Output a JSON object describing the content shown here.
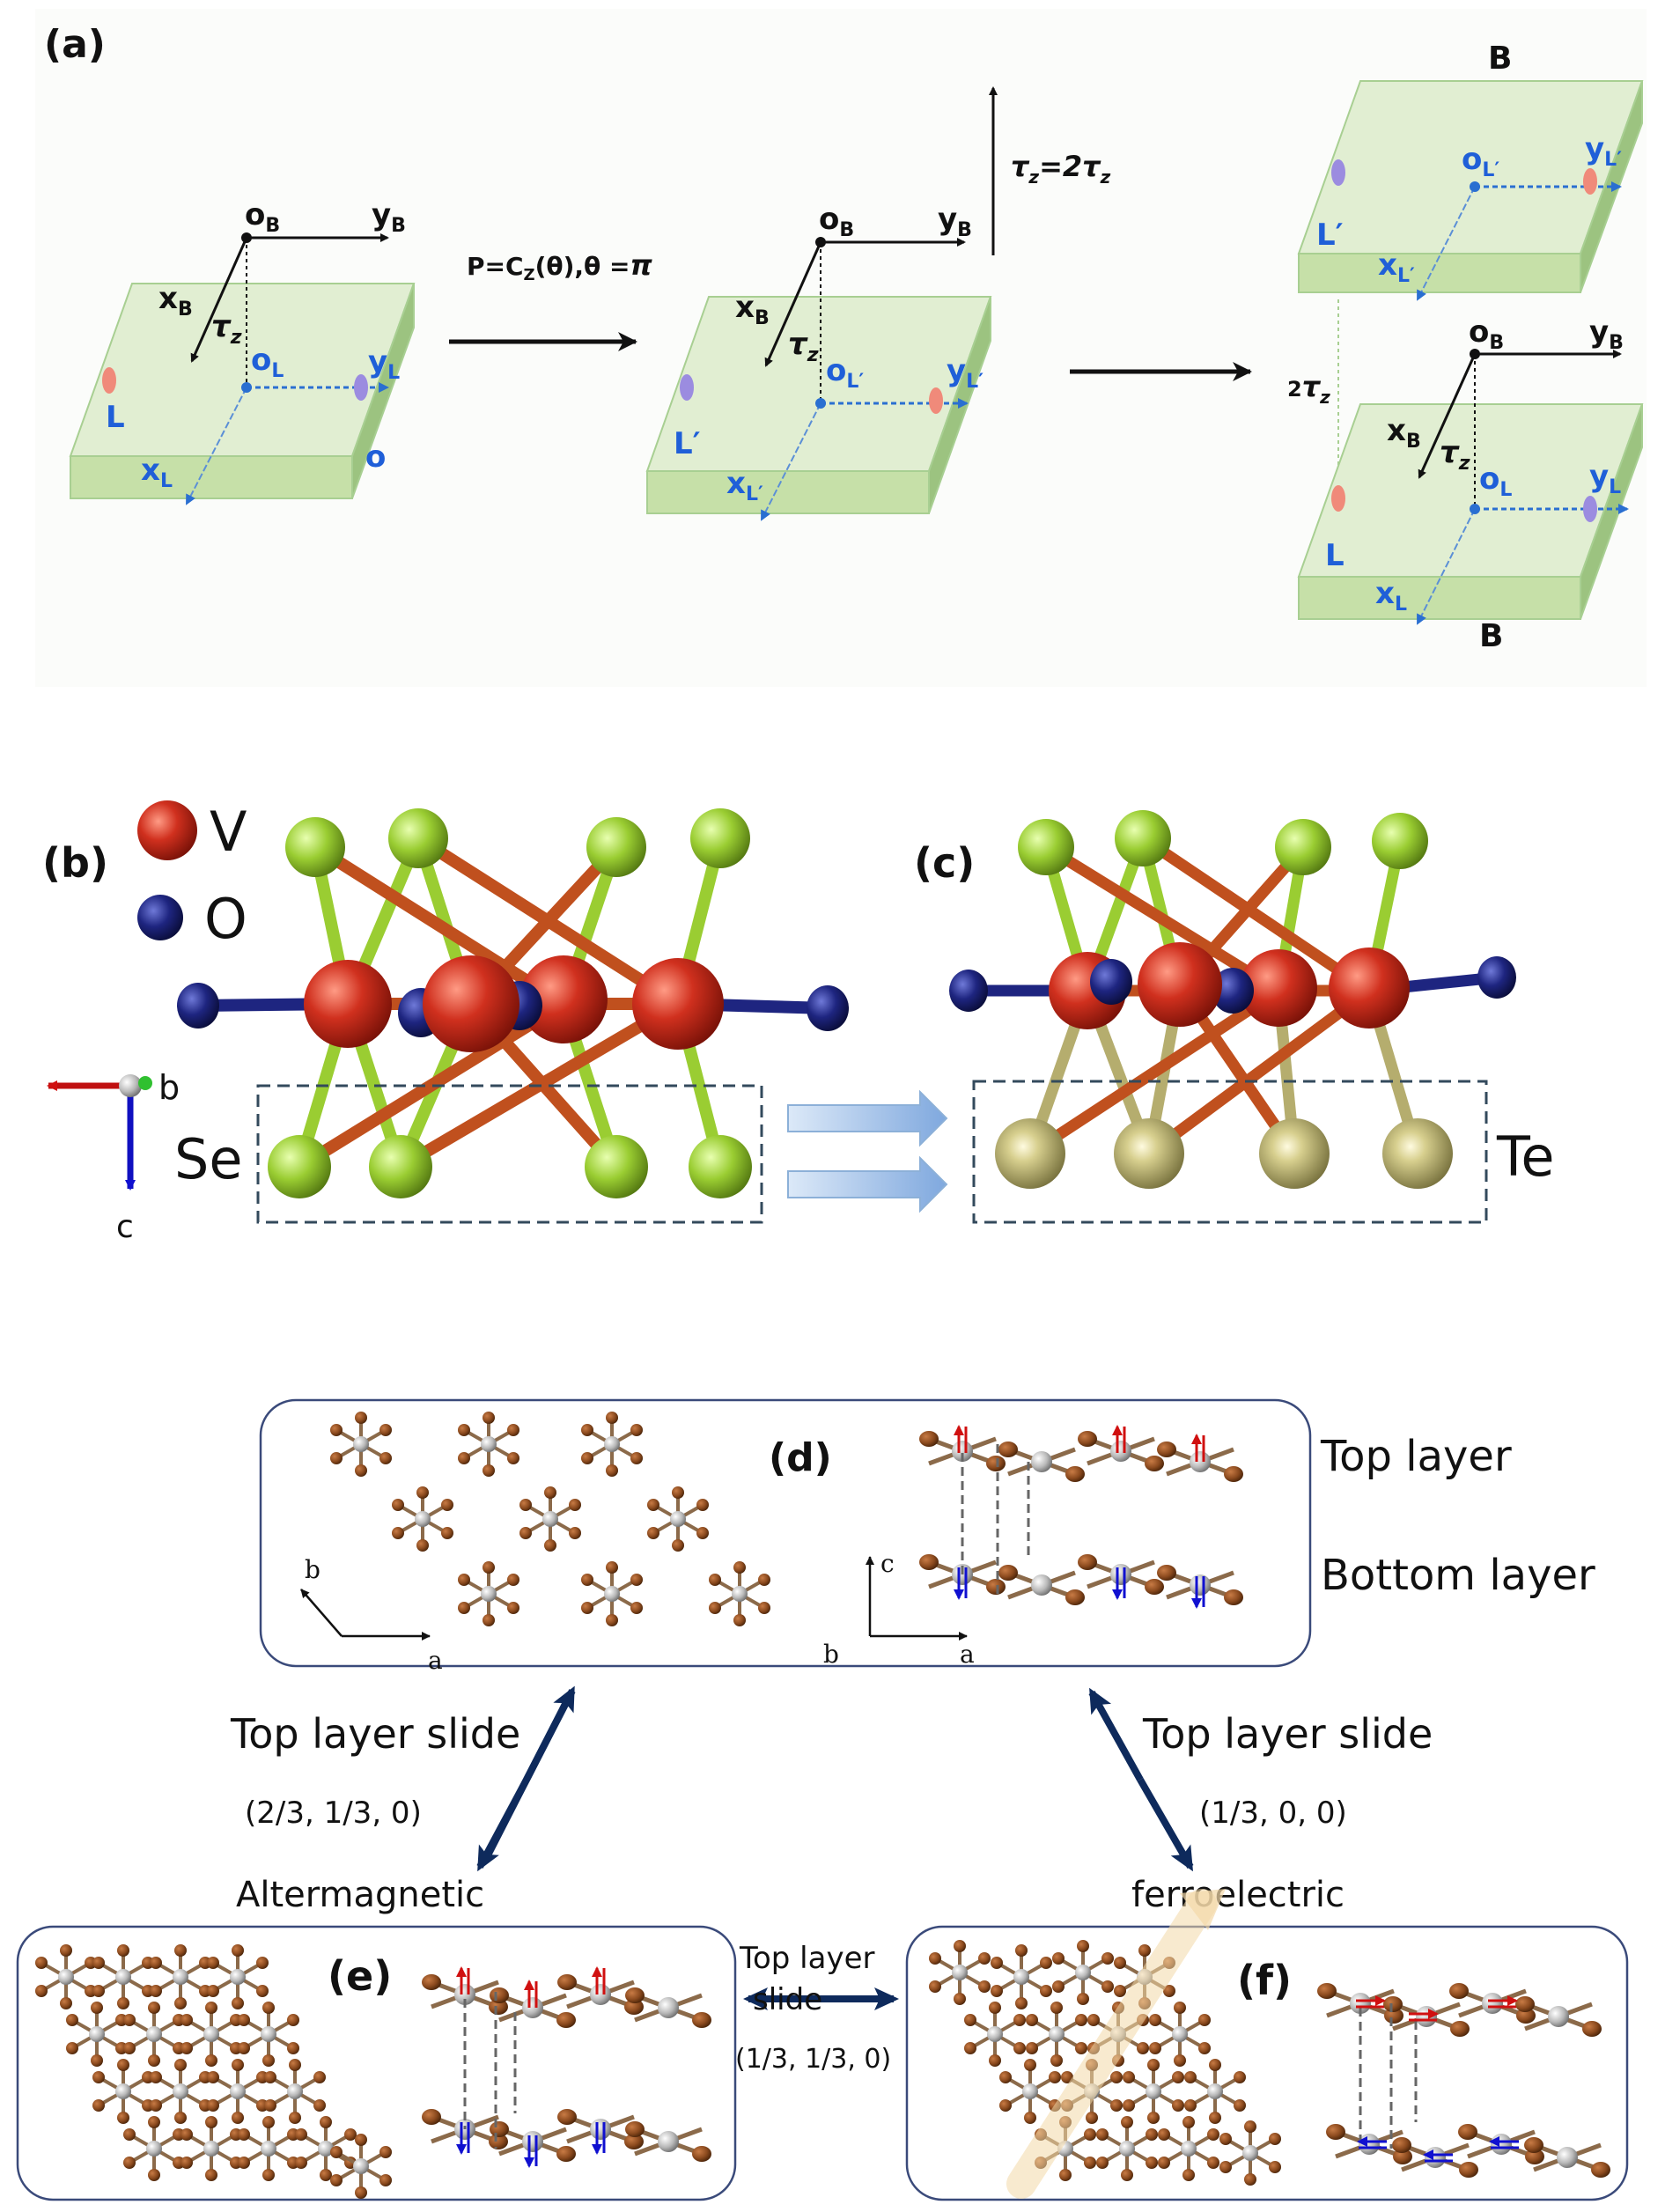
{
  "panel_a": {
    "label": "(a)",
    "ob": "o",
    "ob_sub": "B",
    "yb": "y",
    "yb_sub": "B",
    "xb": "x",
    "xb_sub": "B",
    "tau": "τ",
    "tau_sub": "z",
    "ol": "o",
    "ol_sub": "L",
    "yl": "y",
    "yl_sub": "L",
    "xl": "x",
    "xl_sub": "L",
    "site_L": "L",
    "site_o": "o",
    "op_text": "P=C",
    "op_sub": "Z",
    "op_rest": "(θ),θ =",
    "op_pi": "π",
    "olp_sub": "L′",
    "site_Lp": "L′",
    "tz_eq": "=2",
    "two": "2",
    "B": "B"
  },
  "panel_b": {
    "label": "(b)",
    "legend_V": "V",
    "legend_O": "O",
    "axis_b": "b",
    "axis_c": "c",
    "element": "Se"
  },
  "panel_c": {
    "label": "(c)",
    "element": "Te"
  },
  "panel_d": {
    "label": "(d)",
    "top_layer": "Top layer",
    "bottom_layer": "Bottom layer",
    "axis_a": "a",
    "axis_b": "b",
    "axis_c": "c"
  },
  "slides": {
    "left_title": "Top layer slide",
    "left_vec": "(2/3, 1/3, 0)",
    "right_title": "Top layer slide",
    "right_vec": "(1/3, 0, 0)",
    "mid_line1": "Top layer",
    "mid_line2": "slide",
    "mid_vec": "(1/3, 1/3, 0)"
  },
  "panel_e": {
    "label": "(e)",
    "title": "Altermagnetic"
  },
  "panel_f": {
    "label": "(f)",
    "title": "ferroelectric"
  },
  "colors": {
    "slab": "#d9ebc4",
    "slab_edge": "#9fc98a",
    "vanadium": "#d0301e",
    "oxygen": "#1e2580",
    "selenium": "#9acd32",
    "tellurium": "#b5ad6e",
    "blue_label": "#1f5fd8",
    "navy": "#0e2a5c",
    "metal": "#c8c8c8",
    "ligand": "#8b4a1e"
  }
}
